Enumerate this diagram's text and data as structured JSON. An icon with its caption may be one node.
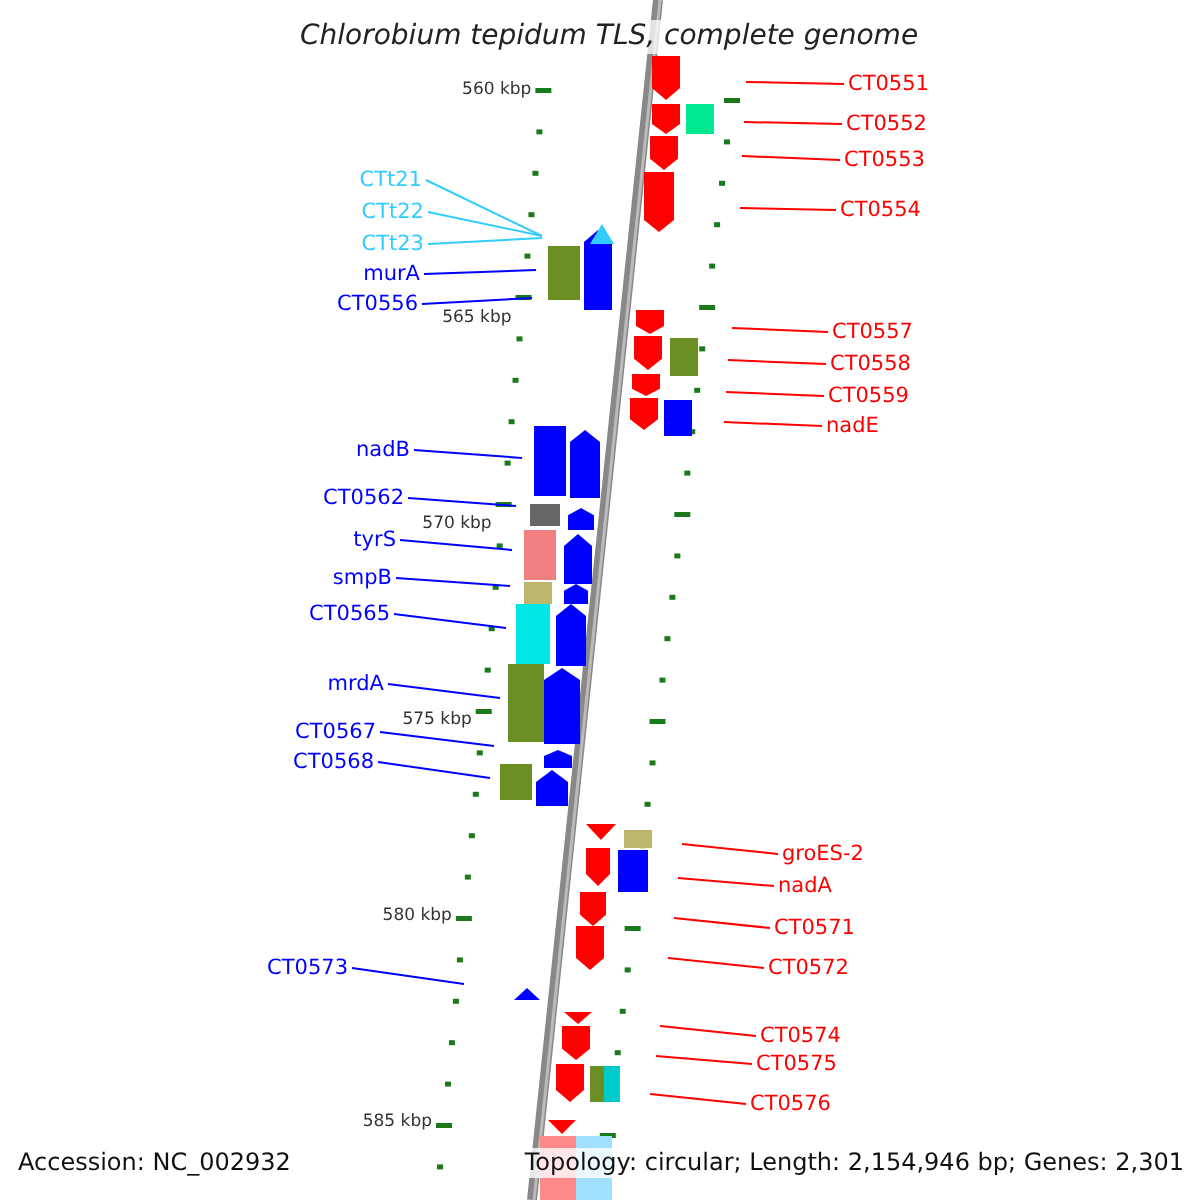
{
  "diagram": {
    "title": "Chlorobium tepidum TLS, complete genome",
    "nodes": [
      {
        "text": [
          "CTt21"
        ]
      },
      {
        "text": [
          "CTt22"
        ]
      },
      {
        "text": [
          "CTt23"
        ]
      },
      {
        "text": [
          "murA"
        ]
      },
      {
        "text": [
          "CT0556"
        ]
      },
      {
        "text": [
          "nadB"
        ]
      },
      {
        "text": [
          "CT0562"
        ]
      },
      {
        "text": [
          "tyrS"
        ]
      },
      {
        "text": [
          "smpB"
        ]
      },
      {
        "text": [
          "CT0565"
        ]
      },
      {
        "text": [
          "mrdA"
        ]
      },
      {
        "text": [
          "CT0567"
        ]
      },
      {
        "text": [
          "CT0568"
        ]
      },
      {
        "text": [
          "CT0573"
        ]
      },
      {
        "text": [
          "CT0551"
        ]
      },
      {
        "text": [
          "CT0552"
        ]
      },
      {
        "text": [
          "CT0553"
        ]
      },
      {
        "text": [
          "CT0554"
        ]
      },
      {
        "text": [
          "CT0557"
        ]
      },
      {
        "text": [
          "CT0558"
        ]
      },
      {
        "text": [
          "CT0559"
        ]
      },
      {
        "text": [
          "nadE"
        ]
      },
      {
        "text": [
          "groES-2"
        ]
      },
      {
        "text": [
          "nadA"
        ]
      },
      {
        "text": [
          "CT0571"
        ]
      },
      {
        "text": [
          "CT0572"
        ]
      },
      {
        "text": [
          "CT0574"
        ]
      },
      {
        "text": [
          "CT0575"
        ]
      },
      {
        "text": [
          "CT0576"
        ]
      }
    ],
    "edges": [
      {
        "from": 0,
        "to": null,
        "arrow": "none",
        "color": "#33ccff"
      },
      {
        "from": 1,
        "to": null,
        "arrow": "none",
        "color": "#33ccff"
      },
      {
        "from": 2,
        "to": null,
        "arrow": "none",
        "color": "#33ccff"
      },
      {
        "from": 3,
        "to": null,
        "arrow": "none",
        "color": "#0000ff"
      },
      {
        "from": 4,
        "to": null,
        "arrow": "none",
        "color": "#0000ff"
      },
      {
        "from": 5,
        "to": null,
        "arrow": "none",
        "color": "#0000ff"
      },
      {
        "from": 6,
        "to": null,
        "arrow": "none",
        "color": "#0000ff"
      },
      {
        "from": 7,
        "to": null,
        "arrow": "none",
        "color": "#0000ff"
      },
      {
        "from": 8,
        "to": null,
        "arrow": "none",
        "color": "#0000ff"
      },
      {
        "from": 9,
        "to": null,
        "arrow": "none",
        "color": "#0000ff"
      },
      {
        "from": 10,
        "to": null,
        "arrow": "none",
        "color": "#0000ff"
      },
      {
        "from": 11,
        "to": null,
        "arrow": "none",
        "color": "#0000ff"
      },
      {
        "from": 12,
        "to": null,
        "arrow": "none",
        "color": "#0000ff"
      },
      {
        "from": 13,
        "to": null,
        "arrow": "none",
        "color": "#0000ff"
      },
      {
        "from": 14,
        "to": null,
        "arrow": "none"
      },
      {
        "from": 15,
        "to": null,
        "arrow": "none"
      },
      {
        "from": 16,
        "to": null,
        "arrow": "none"
      },
      {
        "from": 17,
        "to": null,
        "arrow": "none"
      },
      {
        "from": 18,
        "to": null,
        "arrow": "none"
      },
      {
        "from": 19,
        "to": null,
        "arrow": "none"
      },
      {
        "from": 20,
        "to": null,
        "arrow": "none"
      },
      {
        "from": 21,
        "to": null,
        "arrow": "none"
      },
      {
        "from": 22,
        "to": null,
        "arrow": "none"
      },
      {
        "from": 23,
        "to": null,
        "arrow": "none"
      },
      {
        "from": 24,
        "to": null,
        "arrow": "none"
      },
      {
        "from": 25,
        "to": null,
        "arrow": "none"
      },
      {
        "from": 26,
        "to": null,
        "arrow": "none"
      },
      {
        "from": 27,
        "to": null,
        "arrow": "none"
      },
      {
        "from": 28,
        "to": null,
        "arrow": "none"
      }
    ],
    "labels": [
      "560 kbp",
      "565 kbp",
      "570 kbp",
      "575 kbp",
      "580 kbp",
      "585 kbp",
      "Accession: NC_002932",
      "Topology: circular; Length: 2,154,946 bp; Genes: 2,301"
    ]
  }
}
